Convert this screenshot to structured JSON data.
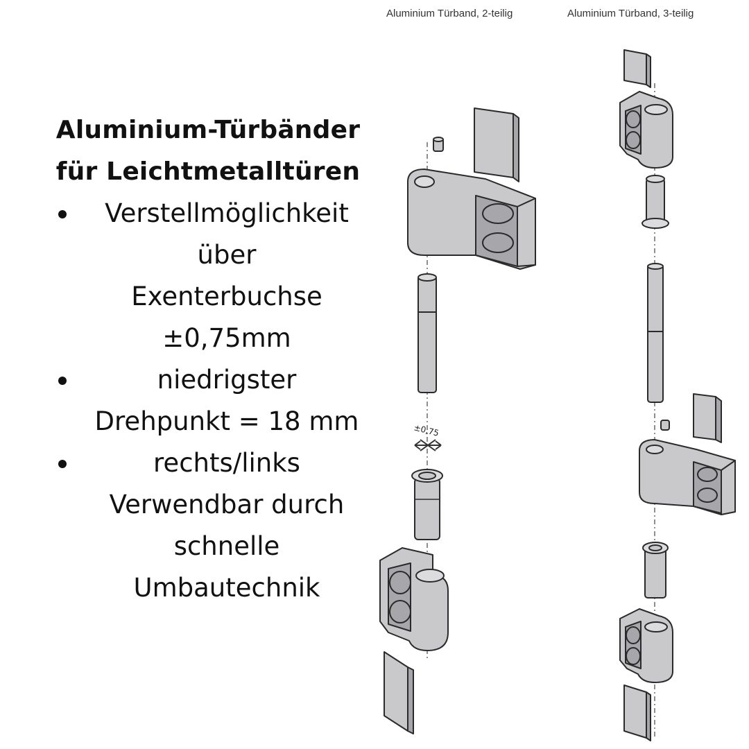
{
  "headline": {
    "line1": "Aluminium-Türbänder",
    "line2": "für Leichtmetalltüren"
  },
  "features": [
    {
      "line1": "Verstellmöglichkeit",
      "line2": "über",
      "line3": "Exenterbuchse",
      "line4": "±0,75mm"
    },
    {
      "line1": "niedrigster",
      "line2": "Drehpunkt = 18 mm"
    },
    {
      "line1": "rechts/links",
      "line2": "Verwendbar durch",
      "line3": "schnelle",
      "line4": "Umbautechnik"
    }
  ],
  "diagram": {
    "two_part_title": "Aluminium Türband, 2-teilig",
    "three_part_title": "Aluminium Türband, 3-teilig",
    "tolerance_label": "±0,75"
  }
}
